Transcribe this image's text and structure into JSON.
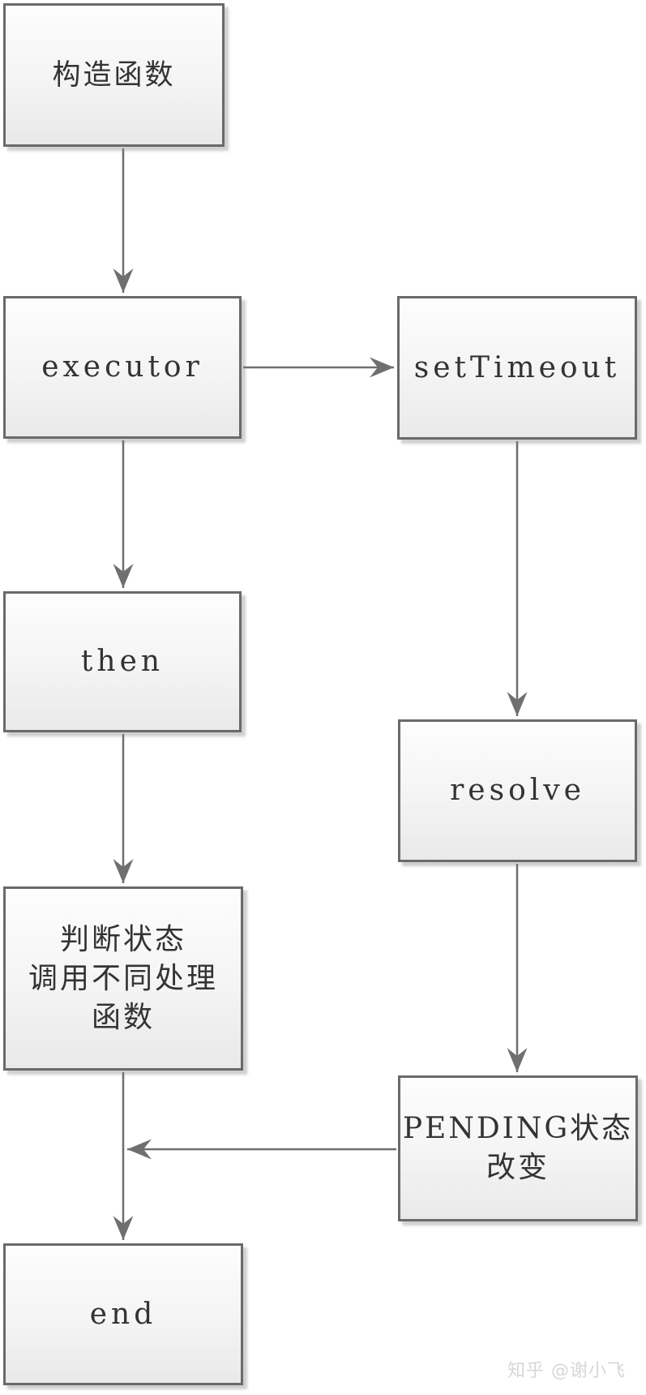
{
  "diagram": {
    "nodes": {
      "constructor": {
        "label": "构造函数"
      },
      "executor": {
        "label": "executor"
      },
      "settimeout": {
        "label": "setTimeout"
      },
      "then": {
        "label": "then"
      },
      "resolve": {
        "label": "resolve"
      },
      "judge": {
        "lines": [
          "判断状态",
          "调用不同处理",
          "函数"
        ]
      },
      "pending": {
        "lines": [
          "PENDING状态",
          "改变"
        ]
      },
      "end": {
        "label": "end"
      }
    },
    "edges": [
      {
        "from": "constructor",
        "to": "executor",
        "direction": "down"
      },
      {
        "from": "executor",
        "to": "settimeout",
        "direction": "right"
      },
      {
        "from": "executor",
        "to": "then",
        "direction": "down"
      },
      {
        "from": "settimeout",
        "to": "resolve",
        "direction": "down"
      },
      {
        "from": "then",
        "to": "judge",
        "direction": "down"
      },
      {
        "from": "resolve",
        "to": "pending",
        "direction": "down"
      },
      {
        "from": "judge",
        "to": "end",
        "direction": "down"
      },
      {
        "from": "pending",
        "to": "judge-end-connector",
        "direction": "left"
      }
    ],
    "colors": {
      "node_border": "#6a6a6a",
      "node_fill_top": "#fdfdfd",
      "node_fill_bottom": "#e9e9e9",
      "arrow": "#6f6f6f",
      "text": "#333333",
      "watermark": "#d7d7d7"
    }
  },
  "watermark": {
    "text": "知乎 @谢小飞"
  }
}
